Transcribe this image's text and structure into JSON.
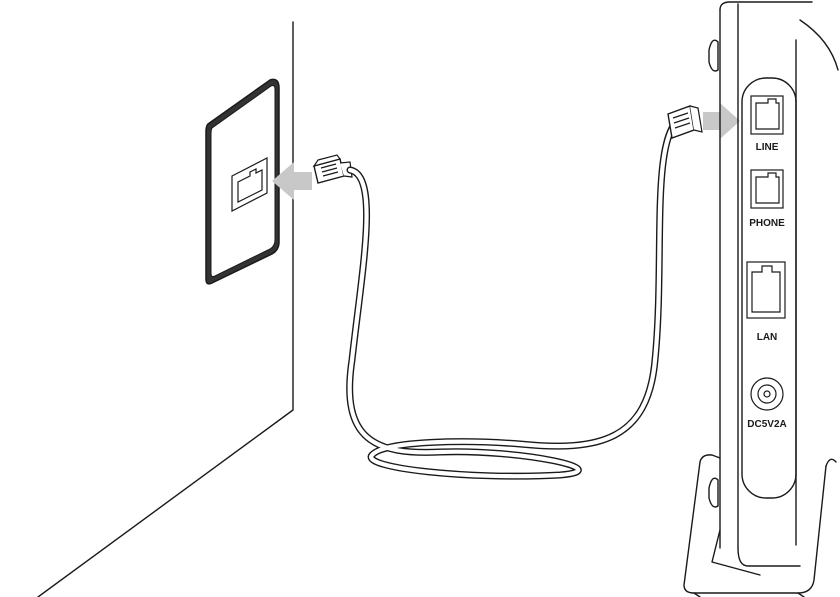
{
  "router_ports": [
    {
      "id": "line",
      "label": "LINE"
    },
    {
      "id": "phone",
      "label": "PHONE"
    },
    {
      "id": "lan",
      "label": "LAN"
    },
    {
      "id": "power",
      "label": "DC5V2A"
    }
  ],
  "colors": {
    "outline": "#1a1a1a",
    "arrow": "#c8c8c8",
    "background": "#ffffff"
  },
  "icons": [
    "wall-jack-icon",
    "rj11-plug-icon",
    "connection-arrow-icon",
    "power-jack-icon"
  ]
}
